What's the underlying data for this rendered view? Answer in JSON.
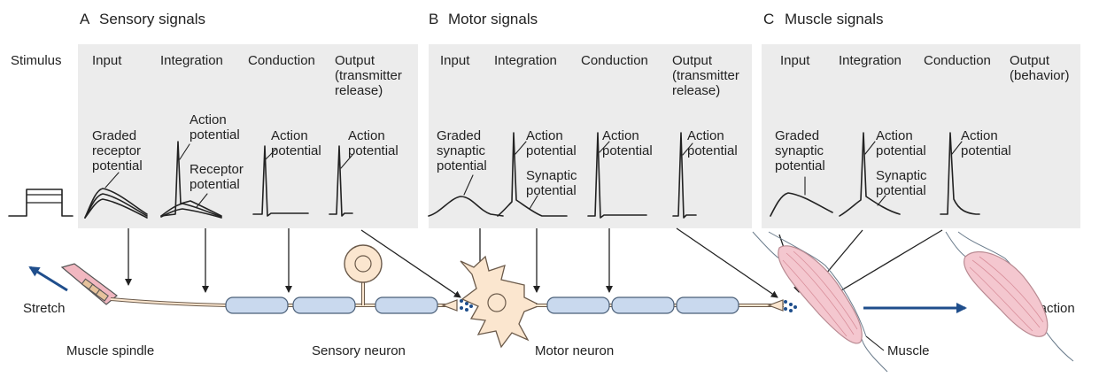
{
  "sections": {
    "a": {
      "letter": "A",
      "title": "Sensory signals"
    },
    "b": {
      "letter": "B",
      "title": "Motor signals"
    },
    "c": {
      "letter": "C",
      "title": "Muscle signals"
    }
  },
  "stimulus_label": "Stimulus",
  "columns": {
    "input": "Input",
    "integration": "Integration",
    "conduction": "Conduction",
    "output_transmitter": "Output\n(transmitter\nrelease)",
    "output_behavior": "Output\n(behavior)"
  },
  "potentials": {
    "graded_receptor": "Graded\nreceptor\npotential",
    "action_a_integration": "Action\npotential",
    "receptor": "Receptor\npotential",
    "action_a_conduction": "Action\npotential",
    "action_a_output": "Action\npotential",
    "graded_synaptic_b": "Graded\nsynaptic\npotential",
    "action_b_integration": "Action\npotential",
    "synaptic_b": "Synaptic\npotential",
    "action_b_conduction": "Action\npotential",
    "action_b_output": "Action\npotential",
    "graded_synaptic_c": "Graded\nsynaptic\npotential",
    "action_c_integration": "Action\npotential",
    "synaptic_c": "Synaptic\npotential",
    "action_c_conduction": "Action\npotential"
  },
  "labels": {
    "stretch": "Stretch",
    "muscle_spindle": "Muscle spindle",
    "sensory_neuron": "Sensory neuron",
    "motor_neuron": "Motor neuron",
    "muscle": "Muscle",
    "contraction": "Contraction"
  },
  "colors": {
    "panel": "#ececec",
    "myelin": "#c9d9ee",
    "myelin_stroke": "#4a5f78",
    "cell_body": "#fbe6cf",
    "muscle": "#f4c7cf",
    "arrow_blue": "#1f4e8c",
    "vesicle": "#1f4e8c"
  }
}
